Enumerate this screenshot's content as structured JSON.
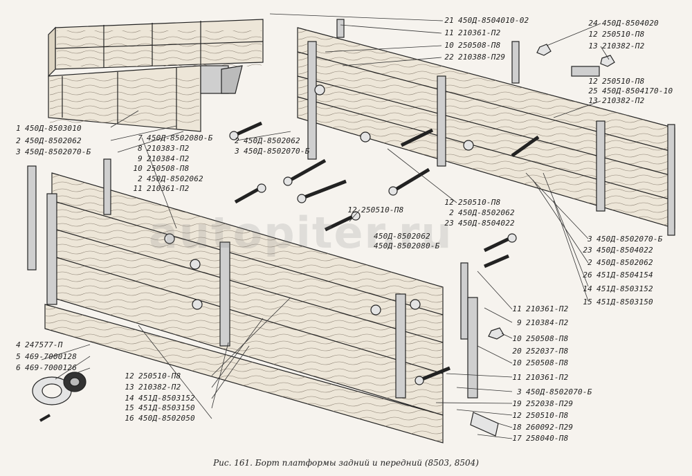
{
  "caption": "Рис. 161. Борт платформы задний и передний (8503, 8504)",
  "watermark": "autopiter.ru",
  "colors": {
    "ink": "#1e1e1e",
    "paper": "#f6f3ee",
    "wood": "#ede6d8",
    "metal": "#cfcfcf"
  },
  "callouts": [
    {
      "num": "21",
      "code": "450Д-8504010-02"
    },
    {
      "num": "11",
      "code": "210361-П2"
    },
    {
      "num": "10",
      "code": "250508-П8"
    },
    {
      "num": "22",
      "code": "210388-П29"
    },
    {
      "num": "24",
      "code": "450Д-8504020"
    },
    {
      "num": "12",
      "code": "250510-П8"
    },
    {
      "num": "13",
      "code": "210382-П2"
    },
    {
      "num": "12",
      "code": "250510-П8"
    },
    {
      "num": "25",
      "code": "450Д-8504170-10"
    },
    {
      "num": "13",
      "code": "210382-П2"
    },
    {
      "num": "1",
      "code": "450Д-8503010"
    },
    {
      "num": "2",
      "code": "450Д-8502062"
    },
    {
      "num": "3",
      "code": "450Д-8502070-Б"
    },
    {
      "num": "7",
      "code": "450Д-8502080-Б"
    },
    {
      "num": "8",
      "code": "210383-П2"
    },
    {
      "num": "9",
      "code": "210384-П2"
    },
    {
      "num": "10",
      "code": "250508-П8"
    },
    {
      "num": "2",
      "code": "450Д-8502062"
    },
    {
      "num": "11",
      "code": "210361-П2"
    },
    {
      "num": "2",
      "code": "450Д-8502062"
    },
    {
      "num": "3",
      "code": "450Д-8502070-Б"
    },
    {
      "num": "12",
      "code": "250510-П8"
    },
    {
      "num": "12",
      "code": "250510-П8"
    },
    {
      "num": "2",
      "code": "450Д-8502062"
    },
    {
      "num": "23",
      "code": "450Д-8504022"
    },
    {
      "num": "",
      "code": "450Д-8502062"
    },
    {
      "num": "",
      "code": "450Д-8502080-Б"
    },
    {
      "num": "3",
      "code": "450Д-8502070-Б"
    },
    {
      "num": "23",
      "code": "450Д-8504022"
    },
    {
      "num": "2",
      "code": "450Д-8502062"
    },
    {
      "num": "26",
      "code": "451Д-8504154"
    },
    {
      "num": "14",
      "code": "451Д-8503152"
    },
    {
      "num": "15",
      "code": "451Д-8503150"
    },
    {
      "num": "11",
      "code": "210361-П2"
    },
    {
      "num": "9",
      "code": "210384-П2"
    },
    {
      "num": "10",
      "code": "250508-П8"
    },
    {
      "num": "20",
      "code": "252037-П8"
    },
    {
      "num": "10",
      "code": "250508-П8"
    },
    {
      "num": "4",
      "code": "247577-П"
    },
    {
      "num": "5",
      "code": "469-7000128"
    },
    {
      "num": "6",
      "code": "469-7000126"
    },
    {
      "num": "11",
      "code": "210361-П2"
    },
    {
      "num": "3",
      "code": "450Д-8502070-Б"
    },
    {
      "num": "19",
      "code": "252038-П29"
    },
    {
      "num": "12",
      "code": "250510-П8"
    },
    {
      "num": "18",
      "code": "260092-П29"
    },
    {
      "num": "17",
      "code": "258040-П8"
    },
    {
      "num": "12",
      "code": "250510-П8"
    },
    {
      "num": "13",
      "code": "210382-П2"
    },
    {
      "num": "14",
      "code": "451Д-8503152"
    },
    {
      "num": "15",
      "code": "451Д-8503150"
    },
    {
      "num": "16",
      "code": "450Д-8502050"
    }
  ]
}
